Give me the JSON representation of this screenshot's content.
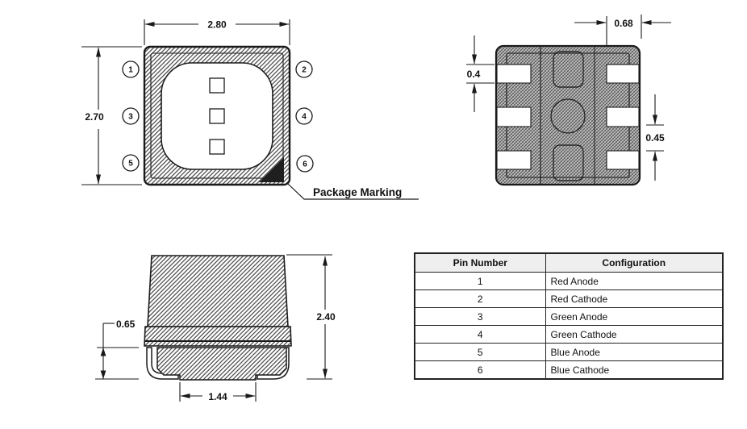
{
  "top_view": {
    "dim_width": "2.80",
    "dim_height": "2.70",
    "package_marking_label": "Package Marking",
    "pins_left": [
      "1",
      "3",
      "5"
    ],
    "pins_right": [
      "2",
      "4",
      "6"
    ]
  },
  "bottom_view": {
    "dim_pad_length": "0.68",
    "dim_pad_height": "0.4",
    "dim_pad_gap": "0.45"
  },
  "side_view": {
    "dim_standoff": "0.65",
    "dim_total_height": "2.40",
    "dim_lead_span": "1.44"
  },
  "pin_table": {
    "headers": [
      "Pin Number",
      "Configuration"
    ],
    "rows": [
      {
        "pin": "1",
        "config": "Red Anode"
      },
      {
        "pin": "2",
        "config": "Red Cathode"
      },
      {
        "pin": "3",
        "config": "Green Anode"
      },
      {
        "pin": "4",
        "config": "Green Cathode"
      },
      {
        "pin": "5",
        "config": "Blue Anode"
      },
      {
        "pin": "6",
        "config": "Blue Cathode"
      }
    ]
  },
  "colors": {
    "line": "#1a1a1a",
    "marking_triangle": "#1f1f1f",
    "table_header_bg": "#efefef"
  }
}
